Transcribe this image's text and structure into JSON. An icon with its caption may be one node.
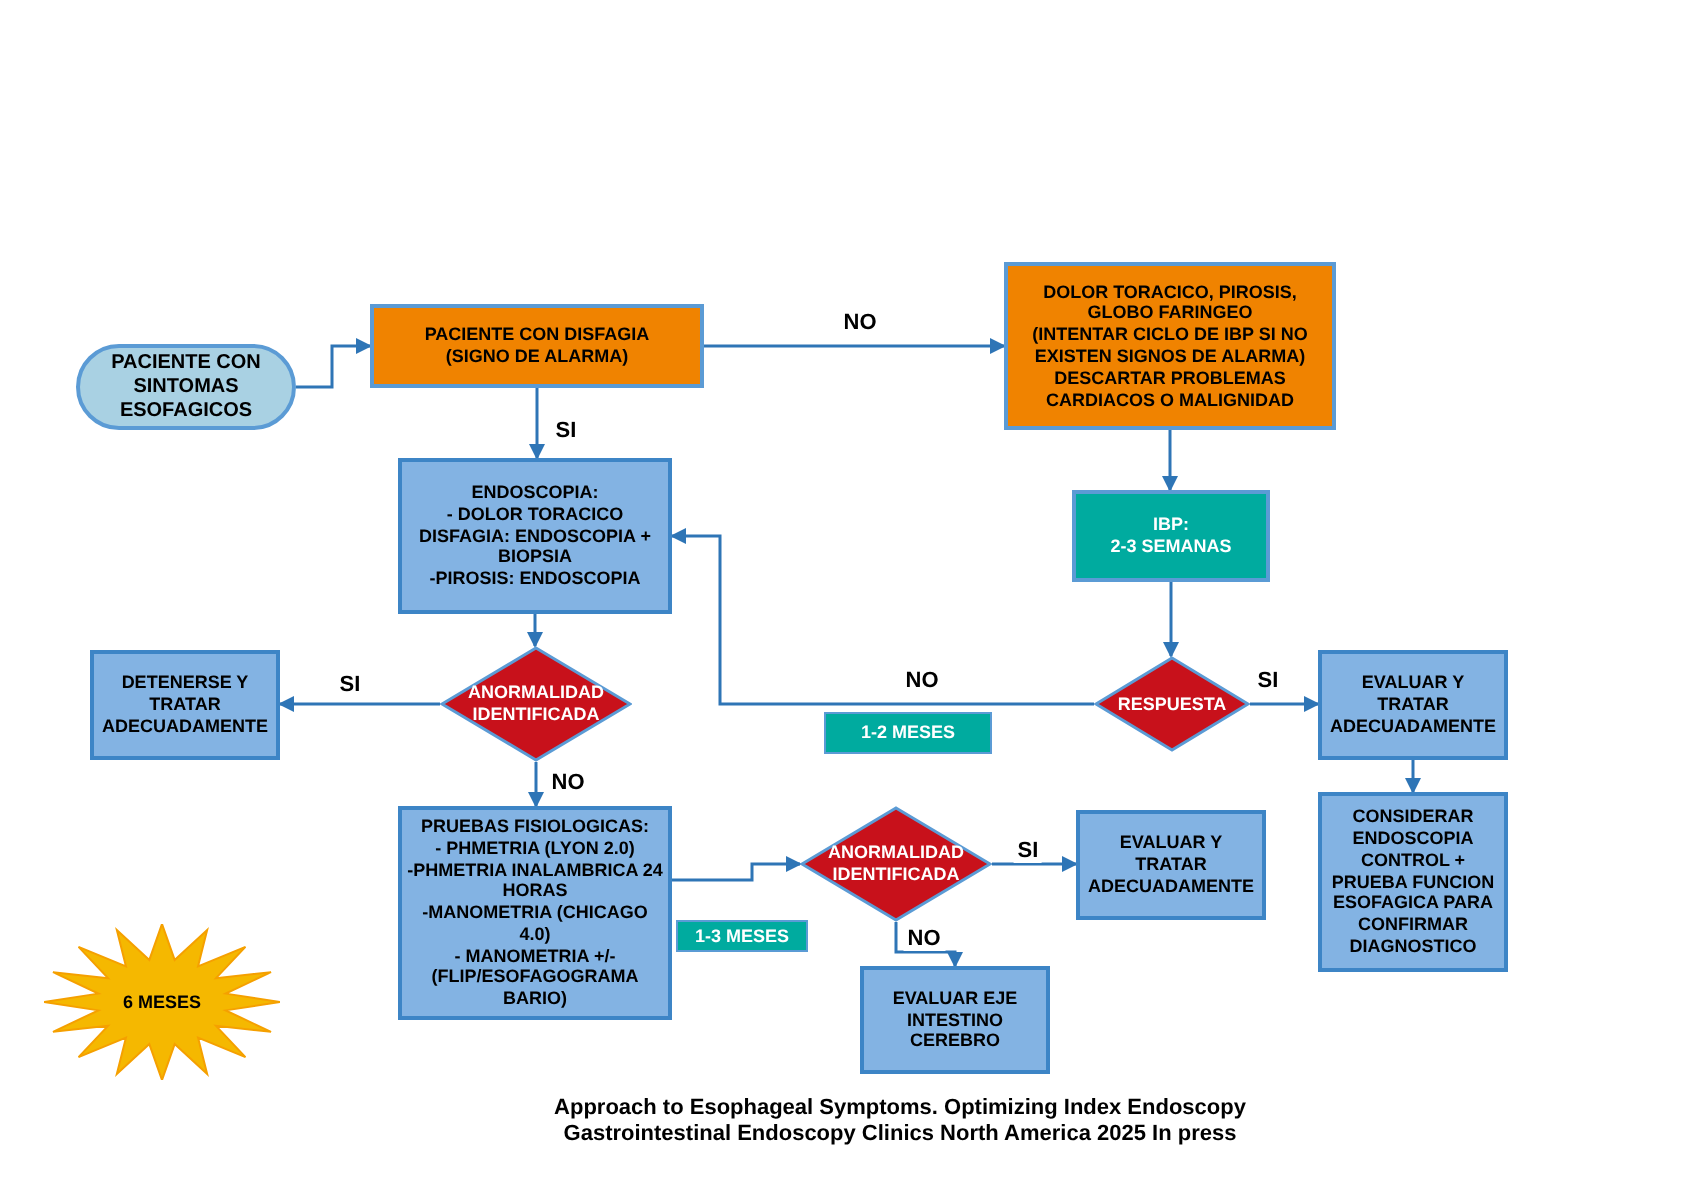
{
  "diagram": {
    "caption": "Approach to Esophageal Symptoms. Optimizing Index Endoscopy Gastrointestinal Endoscopy Clinics North America 2025 In press",
    "nodes": [
      {
        "text": [
          "PACIENTE CON SINTOMAS ESOFAGICOS"
        ]
      },
      {
        "text": [
          "PACIENTE CON DISFAGIA",
          "(SIGNO DE ALARMA)"
        ]
      },
      {
        "text": [
          "DOLOR TORACICO, PIROSIS, GLOBO FARINGEO",
          "(INTENTAR CICLO DE IBP SI NO EXISTEN SIGNOS DE ALARMA)",
          "DESCARTAR PROBLEMAS CARDIACOS O MALIGNIDAD"
        ]
      },
      {
        "text": [
          "ENDOSCOPIA:",
          "- DOLOR TORACICO",
          "DISFAGIA: ENDOSCOPIA + BIOPSIA",
          "-PIROSIS: ENDOSCOPIA"
        ]
      },
      {
        "text": [
          "IBP:",
          "2-3 SEMANAS"
        ]
      },
      {
        "text": [
          "ANORMALIDAD IDENTIFICADA"
        ]
      },
      {
        "text": [
          "DETENERSE Y TRATAR ADECUADAMENTE"
        ]
      },
      {
        "text": [
          "RESPUESTA"
        ]
      },
      {
        "text": [
          "EVALUAR Y TRATAR ADECUADAMENTE"
        ]
      },
      {
        "text": [
          "PRUEBAS FISIOLOGICAS:",
          "- PHMETRIA  (LYON 2.0)",
          "-PHMETRIA INALAMBRICA 24 HORAS",
          "-MANOMETRIA (CHICAGO 4.0)",
          "- MANOMETRIA +/- (FLIP/ESOFAGOGRAMA BARIO)"
        ]
      },
      {
        "text": [
          "ANORMALIDAD IDENTIFICADA"
        ]
      },
      {
        "text": [
          "EVALUAR Y TRATAR ADECUADAMENTE"
        ]
      },
      {
        "text": [
          "CONSIDERAR **ENDOSCOPIA** CONTROL + PRUEBA FUNCION ESOFAGICA PARA CONFIRMAR DIAGNOSTICO"
        ]
      },
      {
        "text": [
          "EVALUAR EJE INTESTINO CEREBRO"
        ]
      },
      {
        "text": [
          "1-2 MESES"
        ]
      },
      {
        "text": [
          "1-3 MESES"
        ]
      },
      {
        "text": [
          "6 MESES"
        ]
      }
    ],
    "edges": [
      {
        "from": 0,
        "to": 1,
        "arrow": "to"
      },
      {
        "from": 1,
        "to": 2,
        "arrow": "to",
        "label": "NO"
      },
      {
        "from": 1,
        "to": 3,
        "arrow": "to",
        "label": "SI"
      },
      {
        "from": 2,
        "to": 4,
        "arrow": "to"
      },
      {
        "from": 4,
        "to": 7,
        "arrow": "to"
      },
      {
        "from": 3,
        "to": 5,
        "arrow": "to"
      },
      {
        "from": 5,
        "to": 6,
        "arrow": "to",
        "label": "SI"
      },
      {
        "from": 5,
        "to": 9,
        "arrow": "to",
        "label": "NO"
      },
      {
        "from": 7,
        "to": 3,
        "arrow": "to",
        "label": "NO"
      },
      {
        "from": 7,
        "to": 8,
        "arrow": "to",
        "label": "SI"
      },
      {
        "from": 8,
        "to": 12,
        "arrow": "to"
      },
      {
        "from": 9,
        "to": 10,
        "arrow": "to"
      },
      {
        "from": 10,
        "to": 11,
        "arrow": "to",
        "label": "SI"
      },
      {
        "from": 10,
        "to": 13,
        "arrow": "to",
        "label": "NO"
      }
    ]
  }
}
